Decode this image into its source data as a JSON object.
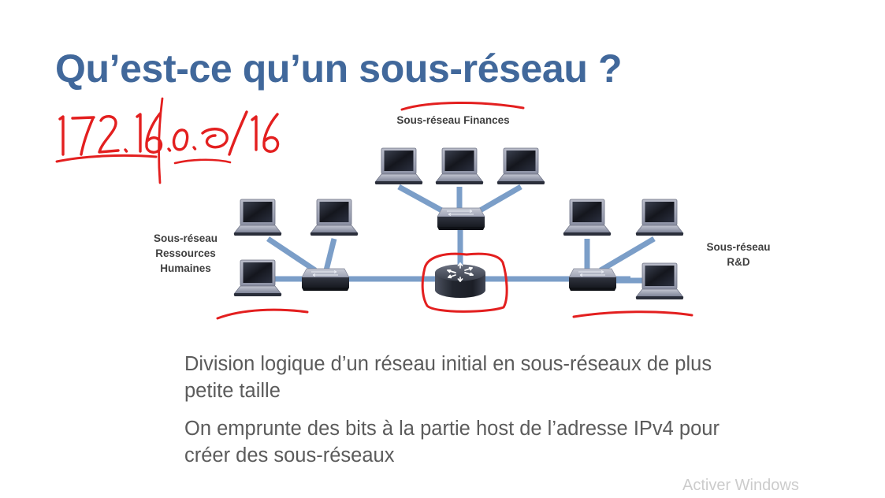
{
  "slide": {
    "title": "Qu’est-ce qu’un sous-réseau ?",
    "title_color": "#41689b",
    "background_color": "#ffffff",
    "body_text_color": "#5b5b5b"
  },
  "annotation": {
    "ink_color": "#e02020",
    "handwritten_text": "172.16.0.0 /16",
    "description": "red handwritten IP address with underlines, a vertical separator stroke, an arc above the Finances label, an oval around the router, and underlines beneath the Ressources Humaines and R&D subnets"
  },
  "diagram": {
    "link_color": "#7b9ec8",
    "labels": {
      "finances": "Sous-réseau Finances",
      "ressources_humaines": "Sous-réseau\nRessources\nHumaines",
      "rd": "Sous-réseau\nR&D"
    },
    "nodes": {
      "router": "router",
      "switch_finances": "switch",
      "switch_rh": "switch",
      "switch_rd": "switch",
      "laptop": "laptop"
    }
  },
  "body": {
    "paragraph_1": "Division logique d’un réseau initial en sous-réseaux de plus petite taille",
    "paragraph_2": "On emprunte des bits à la partie host de l’adresse IPv4 pour créer des sous-réseaux"
  },
  "watermark": {
    "line_1": "Activer Windows"
  }
}
